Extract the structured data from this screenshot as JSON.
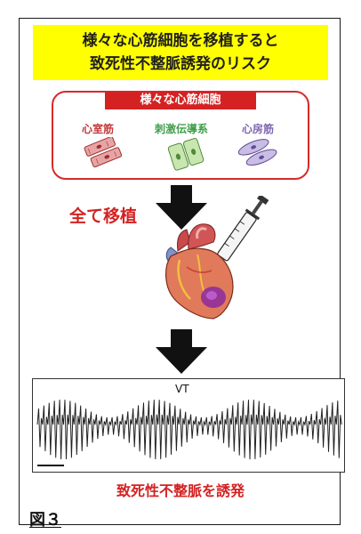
{
  "title": {
    "line1": "様々な心筋細胞を移植すると",
    "line2": "致死性不整脈誘発のリスク"
  },
  "cells": {
    "header": "様々な心筋細胞",
    "types": [
      {
        "label": "心室筋",
        "color": "#c43b3b"
      },
      {
        "label": "刺激伝導系",
        "color": "#3f9e4a"
      },
      {
        "label": "心房筋",
        "color": "#7e66b2"
      }
    ]
  },
  "transplant_label": "全て移植",
  "ecg": {
    "label": "VT"
  },
  "result_label": "致死性不整脈を誘発",
  "figure_label": "図３",
  "colors": {
    "accent_red": "#d42222",
    "highlight_yellow": "#ffff00"
  }
}
